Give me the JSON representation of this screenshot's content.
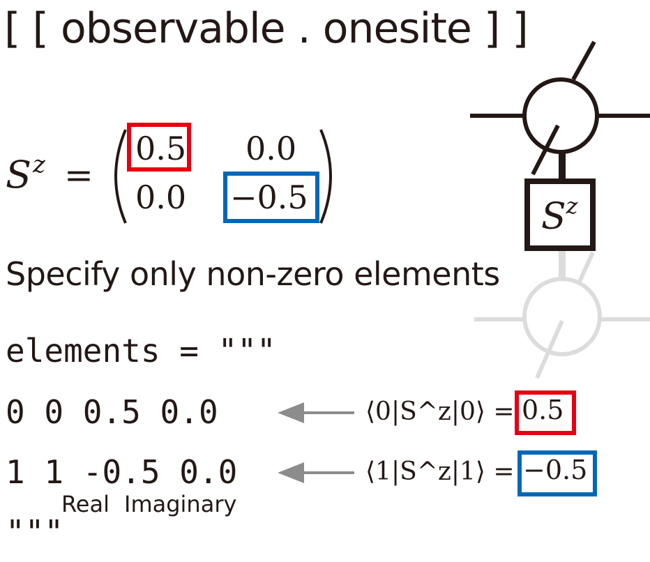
{
  "title": "[ [ observable . onesite ] ]",
  "operator": {
    "symbol": "S",
    "superscript": "z",
    "equals": "="
  },
  "matrix": {
    "a11": "0.5",
    "a12": "0.0",
    "a21": "0.0",
    "a22": "−0.5"
  },
  "note": "Specify only non-zero elements",
  "code": {
    "line1": "elements = \"\"\"",
    "line2": "0 0  0.5 0.0",
    "line3": "1 1 -0.5 0.0",
    "line4": "\"\"\""
  },
  "column_labels": {
    "real": "Real",
    "imaginary": "Imaginary"
  },
  "annotations": [
    {
      "lhs": "⟨0|S^z|0⟩ =",
      "value": "0.5"
    },
    {
      "lhs": "⟨1|S^z|1⟩ =",
      "value": "−0.5"
    }
  ],
  "diagram": {
    "tensor_label": "S",
    "tensor_sup": "z"
  },
  "colors": {
    "red": "#e60012",
    "blue": "#0068b7",
    "ink": "#231815",
    "faded": "#dcdcdc",
    "arrow": "#8c8c8c"
  }
}
